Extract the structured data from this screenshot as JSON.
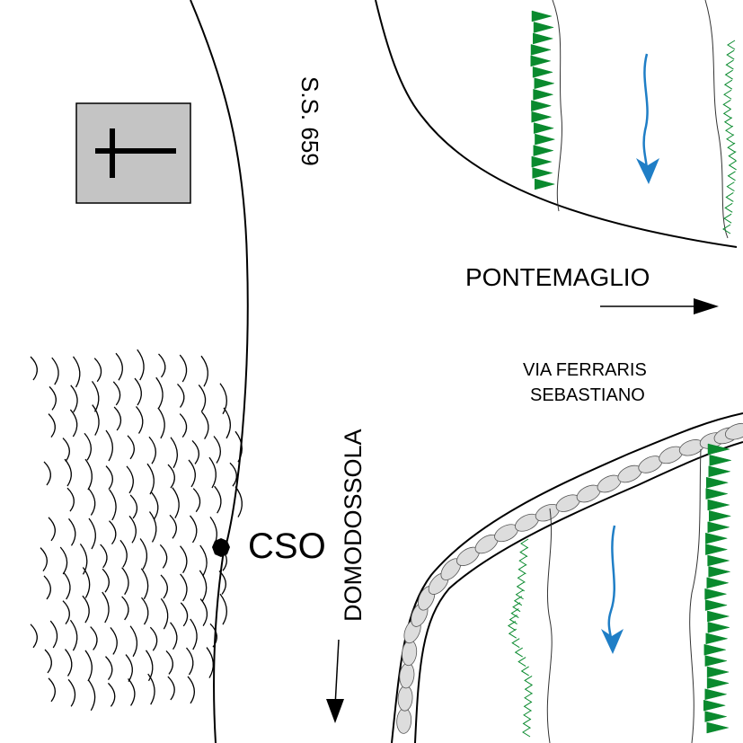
{
  "labels": {
    "road_name": "S.S. 659",
    "pontemaglio": "PONTEMAGLIO",
    "street_line1": "VIA FERRARIS",
    "street_line2": "SEBASTIANO",
    "domodossola": "DOMODOSSOLA",
    "cso": "CSO"
  },
  "colors": {
    "line": "#000000",
    "marker_fill": "#0a8a2e",
    "flow_arrow": "#1f7ec6",
    "wall_stone": "#dddddd",
    "symbol_box": "#c4c4c4"
  },
  "icons": {
    "symbol_box": "cross-symbol-icon",
    "cso_point": "cso-point-icon"
  }
}
